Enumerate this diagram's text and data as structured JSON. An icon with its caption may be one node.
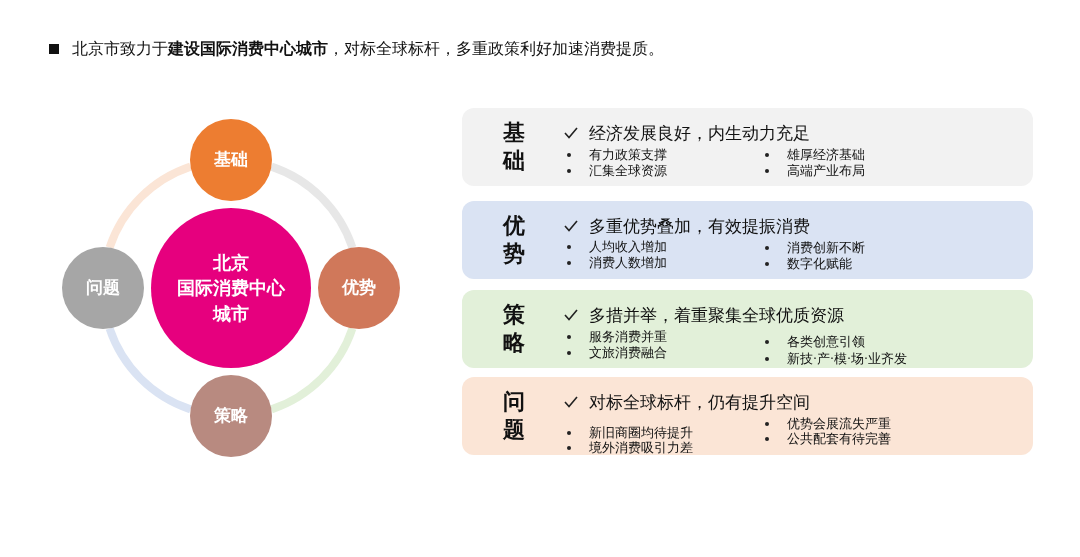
{
  "diagram": {
    "title": "北京市致力于**建设国际消费中心城市**，对标全球标杆，多重政策利好加速消费提质。",
    "nodes": [
      {
        "text": [
          "北京国际消费中心城市"
        ]
      },
      {
        "text": [
          "基础"
        ]
      },
      {
        "text": [
          "优势"
        ]
      },
      {
        "text": [
          "策略"
        ]
      },
      {
        "text": [
          "问题"
        ]
      },
      {
        "text": [
          "基础",
          "经济发展良好，内生动力充足",
          "有力政策支撑",
          "汇集全球资源",
          "雄厚经济基础",
          "高端产业布局"
        ]
      },
      {
        "text": [
          "优势",
          "多重优势叠加，有效提振消费",
          "人均收入增加",
          "消费人数增加",
          "消费创新不断",
          "数字化赋能"
        ]
      },
      {
        "text": [
          "策略",
          "多措并举，着重聚集全球优质资源",
          "服务消费并重",
          "文旅消费融合",
          "各类创意引领",
          "新技·产·模·场·业齐发"
        ]
      },
      {
        "text": [
          "问题",
          "对标全球标杆，仍有提升空间",
          "新旧商圈均待提升",
          "境外消费吸引力差",
          "优势会展流失严重",
          "公共配套有待完善"
        ]
      }
    ],
    "edges": [
      {
        "from": 1,
        "to": 2,
        "arrow": "none",
        "color": "#e7e7e7"
      },
      {
        "from": 2,
        "to": 3,
        "arrow": "none",
        "color": "#e2f0d9"
      },
      {
        "from": 3,
        "to": 4,
        "arrow": "none",
        "color": "#dae3f3"
      },
      {
        "from": 4,
        "to": 1,
        "arrow": "none",
        "color": "#fbe5d6"
      }
    ]
  }
}
